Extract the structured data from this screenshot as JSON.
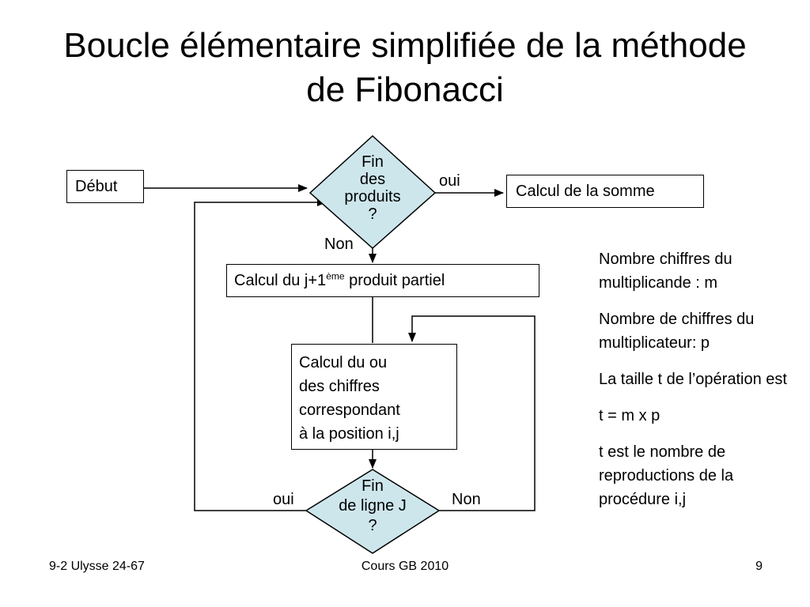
{
  "title": "Boucle élémentaire simplifiée de la méthode de Fibonacci",
  "flowchart": {
    "start": "Début",
    "decision1": [
      "Fin",
      "des",
      "produits",
      "?"
    ],
    "yes1": "oui",
    "end_box": "Calcul de la somme",
    "no1": "Non",
    "step1": {
      "before": "Calcul du j+1",
      "sup": "ème",
      "after": " produit partiel"
    },
    "step2": [
      "Calcul du ou",
      "des chiffres",
      "correspondant",
      "à la position i,j"
    ],
    "decision2": [
      "Fin",
      "de ligne J",
      "?"
    ],
    "yes2": "oui",
    "no2": "Non",
    "colors": {
      "decision_fill": "#cde6ec",
      "stroke": "#000000"
    }
  },
  "notes": [
    "Nombre chiffres du multiplicande : m",
    "Nombre de chiffres du multiplicateur: p",
    "La taille t de l’opération est",
    "t = m x p",
    "t est le nombre de reproductions de la procédure i,j"
  ],
  "footer": {
    "left": "9-2 Ulysse 24-67",
    "center": "Cours GB 2010",
    "right": "9"
  }
}
